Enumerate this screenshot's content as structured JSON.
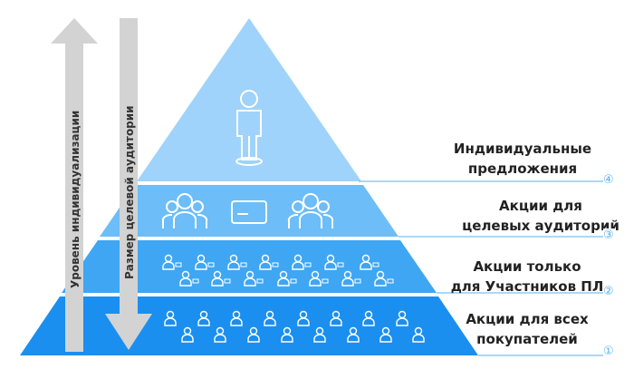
{
  "colors": {
    "tier4": "#9fd3fb",
    "tier3": "#6cbdf8",
    "tier2": "#3fa6f3",
    "tier1": "#1a8ff0",
    "arrow": "#d3d3d3",
    "leader": "#57b2ee",
    "icon": "#ffffff"
  },
  "arrows": {
    "individualization": "Уровень индивидуализации",
    "audience_size": "Размер целевой аудитории"
  },
  "tiers": [
    {
      "number": "④",
      "line1": "Индивидуальные",
      "line2": "предложения",
      "icon": "single-person-icon"
    },
    {
      "number": "③",
      "line1": "Акции для",
      "line2": "целевых аудиторий",
      "icon": "group-and-card-icon"
    },
    {
      "number": "②",
      "line1": "Акции только",
      "line2": "для Участников ПЛ",
      "icon": "members-with-cards-icon"
    },
    {
      "number": "①",
      "line1": "Акции для всех",
      "line2": "покупателей",
      "icon": "all-customers-icon"
    }
  ]
}
